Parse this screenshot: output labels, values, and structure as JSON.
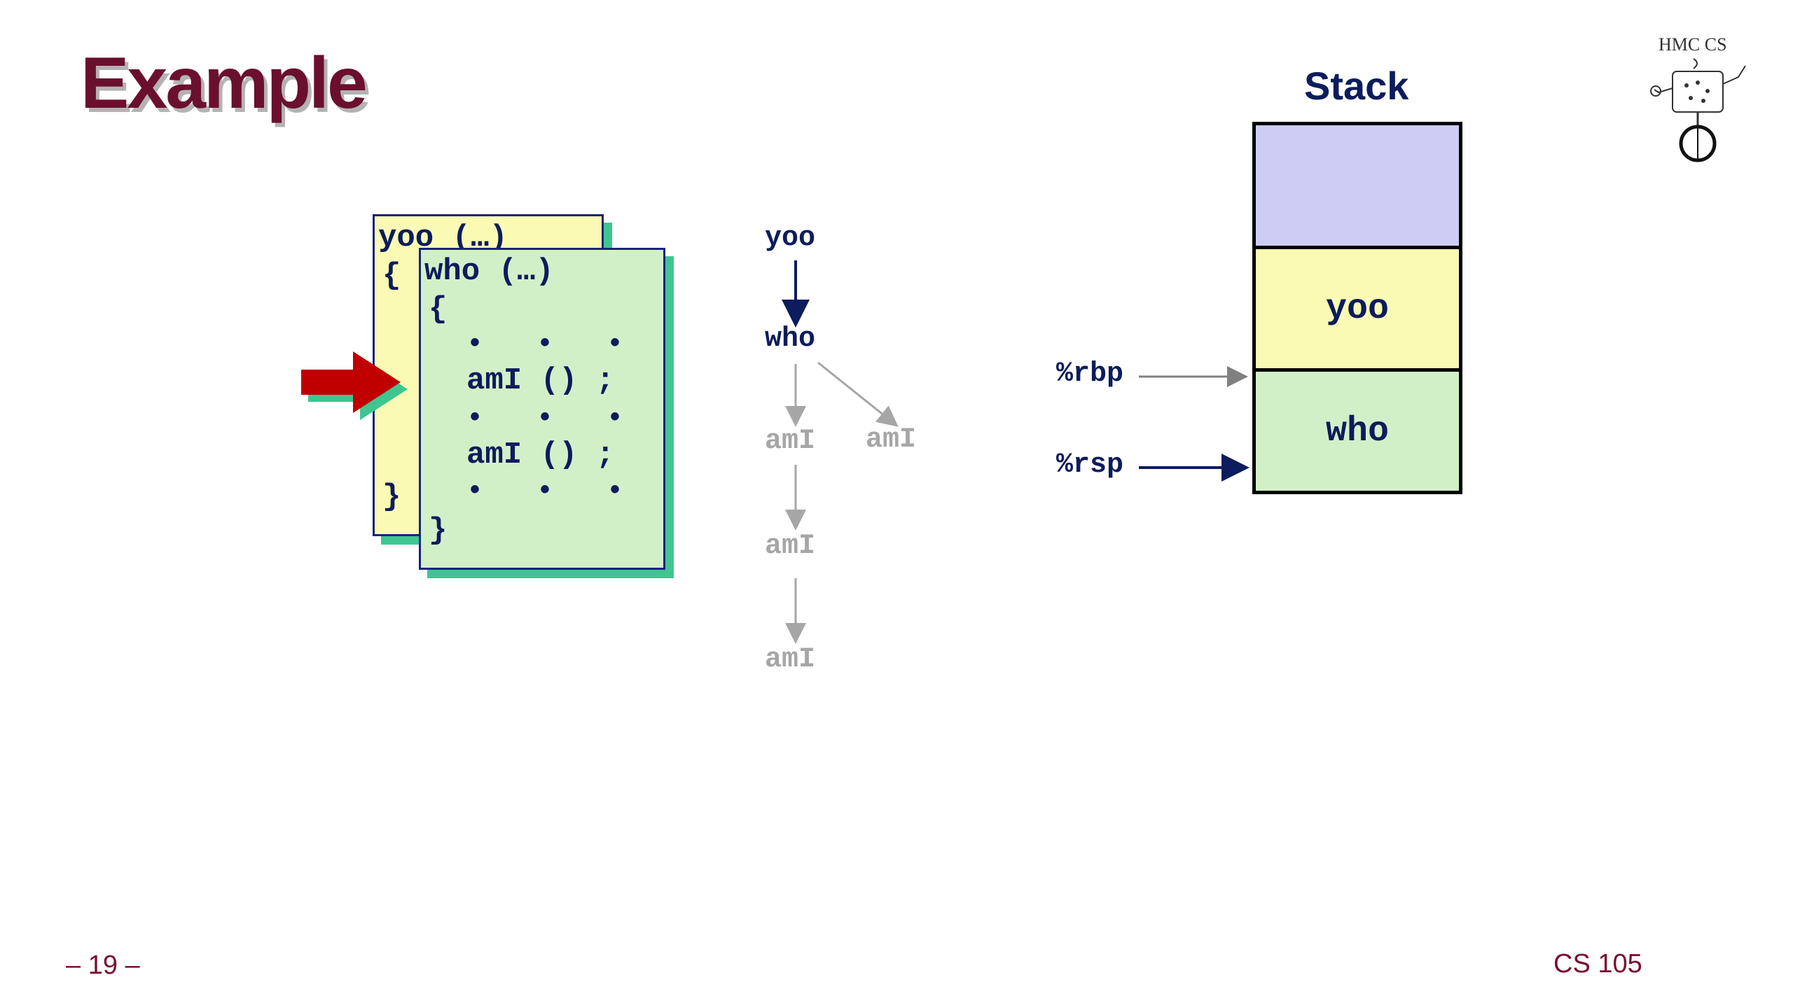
{
  "slide": {
    "title": "Example",
    "page_number": "– 19 –",
    "course": "CS 105",
    "logo_text": "HMC CS",
    "logo_name": "hmc-cs-robot-logo"
  },
  "code_cards": {
    "yoo": {
      "header": "yoo (…)",
      "open_brace": "{",
      "close_brace": "}"
    },
    "who": {
      "header": "who (…)",
      "open_brace": "{",
      "dots1": "• • •",
      "call1": "amI () ;",
      "dots2": "• • •",
      "call2": "amI () ;",
      "dots3": "• • •",
      "close_brace": "}"
    },
    "pointer_icon": "right-arrow-icon",
    "pointer_color": "#c00000"
  },
  "call_tree": {
    "root": "yoo",
    "child": "who",
    "grandchild_left": "amI",
    "grandchild_right": "amI",
    "level3": "amI",
    "level4": "amI",
    "active_color": "#0c1c5c",
    "inactive_color": "#a6a6a6"
  },
  "stack": {
    "title": "Stack",
    "frames": [
      {
        "label": "",
        "color": "#ccccf5"
      },
      {
        "label": "yoo",
        "color": "#fafab4"
      },
      {
        "label": "who",
        "color": "#d2f0c8"
      }
    ],
    "registers": {
      "rbp": "%rbp",
      "rsp": "%rsp"
    }
  }
}
